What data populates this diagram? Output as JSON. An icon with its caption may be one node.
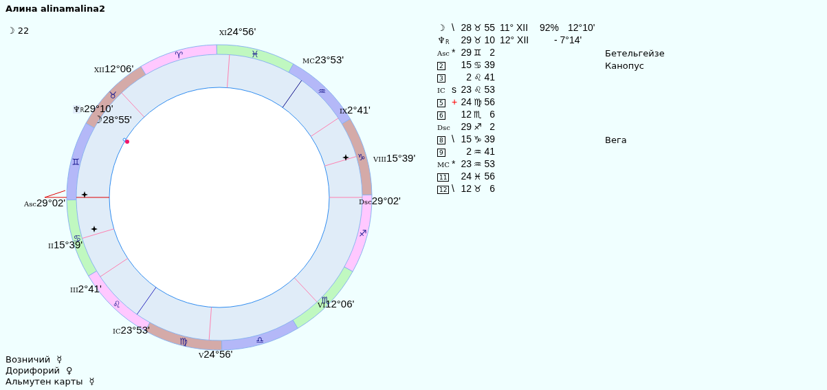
{
  "diagram": {
    "title": "Алина alinamalina2",
    "labels": [
      "☽ 22",
      "XI",
      "24°56'",
      "XII",
      "12°06'",
      "MC",
      "23°53'",
      "♆",
      "R",
      "29°10'",
      "IX",
      "2°41'",
      "☽",
      "28°55'",
      "VIII",
      "15°39'",
      "Asc",
      "29°02'",
      "Dsc",
      "29°02'",
      "II",
      "15°39'",
      "III",
      "2°41'",
      "VI",
      "12°06'",
      "IC",
      "23°53'",
      "V",
      "24°56'",
      "♈",
      "♉",
      "♊",
      "♋",
      "♌",
      "♍",
      "♎",
      "♏",
      "♐",
      "♑",
      "♒",
      "♓",
      "☽",
      "\\",
      "28",
      "♉",
      "55",
      "11° XII",
      "92%",
      "12°10'",
      "♆",
      "R",
      "29",
      "♉",
      "10",
      "12° XII",
      "- 7°14'",
      "Asc",
      "*",
      "29",
      "♊",
      "2",
      "Бетельгейзе",
      "2",
      "15",
      "♋",
      "39",
      "Канопус",
      "3",
      "2",
      "♌",
      "41",
      "IC",
      "s",
      "23",
      "♌",
      "53",
      "5",
      "+",
      "24",
      "♍",
      "56",
      "6",
      "12",
      "♏",
      "6",
      "Dsc",
      "29",
      "♐",
      "2",
      "8",
      "\\",
      "15",
      "♑",
      "39",
      "Вега",
      "9",
      "2",
      "♒",
      "41",
      "MC",
      "*",
      "23",
      "♒",
      "53",
      "11",
      "24",
      "♓",
      "56",
      "12",
      "\\",
      "12",
      "♉",
      "6",
      "Возничий",
      "☿",
      "Дорифорий",
      "♀",
      "Альмутен карты",
      "☿"
    ]
  }
}
